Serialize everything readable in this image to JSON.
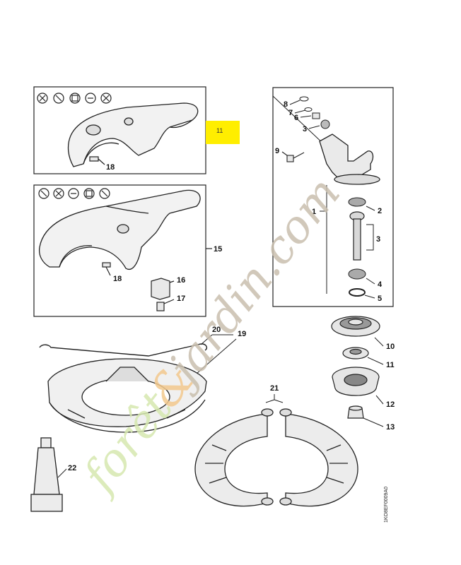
{
  "highlight_label": "11",
  "drawing_code": "1KO8EF0009A0",
  "watermark": {
    "part1": "forêt",
    "part2": "&",
    "part3": "jardin.com"
  },
  "watermark_colors": {
    "green": "#d6e8b0",
    "orange": "#f3c98e",
    "brown": "#c9bfae"
  },
  "highlight_color": "#ffee00",
  "callouts": {
    "c1": "1",
    "c2": "2",
    "c3a": "3",
    "c3b": "3",
    "c4": "4",
    "c5": "5",
    "c6": "6",
    "c7": "7",
    "c8": "8",
    "c9": "9",
    "c10": "10",
    "c11": "11",
    "c12": "12",
    "c13": "13",
    "c15": "15",
    "c16": "16",
    "c17": "17",
    "c18a": "18",
    "c18b": "18",
    "c19": "19",
    "c20": "20",
    "c21": "21",
    "c22": "22"
  }
}
